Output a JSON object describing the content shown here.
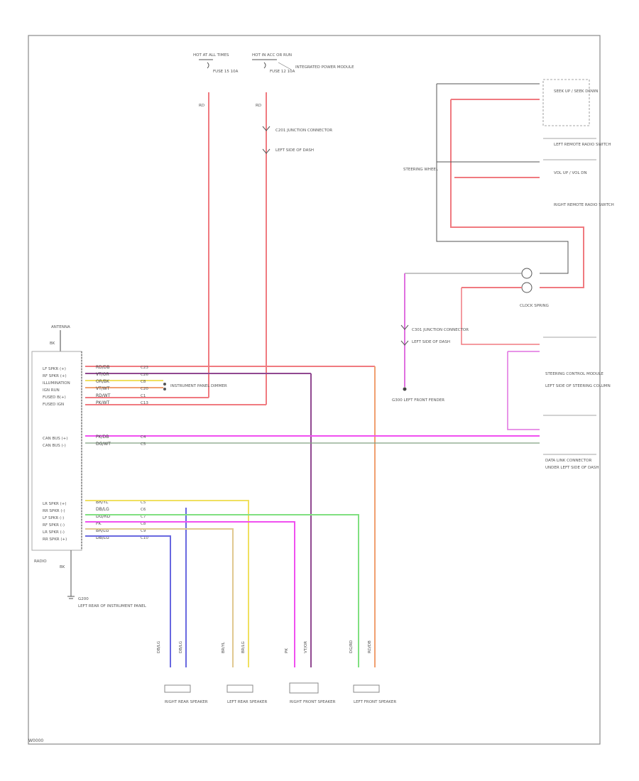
{
  "diagram": {
    "reference": "W0000",
    "colors": {
      "red": "#f07a80",
      "pink": "#f050f0",
      "violet": "#904890",
      "orange": "#f0a070",
      "yellow": "#f0e060",
      "tan": "#e0c890",
      "green": "#80e080",
      "blue": "#6868e0",
      "black": "#3a3a3a",
      "gray": "#888888"
    },
    "top_fuses": [
      {
        "id": "fuse-a",
        "label": "HOT AT ALL TIMES",
        "sub": "FUSE 15 10A"
      },
      {
        "id": "fuse-b",
        "label": "HOT IN ACC OR RUN",
        "sub": "FUSE 12 10A"
      }
    ],
    "top_notes": {
      "fuse_box": "INTEGRATED POWER MODULE",
      "connector": "C201 JUNCTION CONNECTOR",
      "connector_sub": "LEFT SIDE OF DASH"
    },
    "radio_pins": [
      {
        "label": "LF SPKR (+)",
        "wire": "RD/DB",
        "pin": "C23"
      },
      {
        "label": "RF SPKR (+)",
        "wire": "VT/OR",
        "pin": "C26"
      },
      {
        "label": "ILLUMINATION",
        "wire": "OR/BK",
        "pin": "C8"
      },
      {
        "label": "IGN RUN",
        "wire": "VT/WT",
        "pin": "C20"
      },
      {
        "label": "FUSED B(+)",
        "wire": "RD/WT",
        "pin": "C1"
      },
      {
        "label": "FUSED IGN",
        "wire": "PK/WT",
        "pin": "C13"
      }
    ],
    "radio_pins_mid": [
      {
        "label": "CAN BUS (+)",
        "wire": "PK/DB",
        "pin": "C4"
      },
      {
        "label": "CAN BUS (-)",
        "wire": "DG/WT",
        "pin": "C5"
      }
    ],
    "radio_pins_low": [
      {
        "label": "LR SPKR (+)",
        "wire": "BR/YL",
        "pin": "C5"
      },
      {
        "label": "RR SPKR (-)",
        "wire": "DB/LG",
        "pin": "C6"
      },
      {
        "label": "LF SPKR (-)",
        "wire": "DG/RD",
        "pin": "C7"
      },
      {
        "label": "RF SPKR (-)",
        "wire": "PK",
        "pin": "C8"
      },
      {
        "label": "LR SPKR (-)",
        "wire": "BR/LG",
        "pin": "C9"
      },
      {
        "label": "RR SPKR (+)",
        "wire": "DB/LG",
        "pin": "C10"
      }
    ],
    "radio": {
      "label": "RADIO",
      "ground": "G200",
      "ground_note": "LEFT REAR OF INSTRUMENT PANEL"
    },
    "dim_note": "INSTRUMENT PANEL DIMMER",
    "antenna": {
      "label": "ANTENNA",
      "wire": "BK"
    },
    "speakers": [
      {
        "label": "RIGHT REAR SPEAKER",
        "w1": "DB/LG",
        "w2": "DB/LG"
      },
      {
        "label": "LEFT REAR SPEAKER",
        "w1": "BR/YL",
        "w2": "BR/LG"
      },
      {
        "label": "RIGHT FRONT SPEAKER",
        "w1": "PK",
        "w2": "VT/OR"
      },
      {
        "label": "LEFT FRONT SPEAKER",
        "w1": "DG/RD",
        "w2": "RD/DB"
      }
    ],
    "right_components": {
      "switch_top": "SEEK UP / SEEK DOWN",
      "left_remote": "LEFT REMOTE RADIO SWITCH",
      "right_remote": "RIGHT REMOTE RADIO SWITCH",
      "vol_up": "VOL UP / VOL DN",
      "clock_spring": "CLOCK SPRING",
      "steering_note": "STEERING WHEEL",
      "connector2": "C301 JUNCTION CONNECTOR",
      "connector2_sub": "LEFT SIDE OF DASH",
      "ground2": "G300 LEFT FRONT FENDER",
      "ecm": "STEERING CONTROL MODULE",
      "ecm_sub": "LEFT SIDE OF STEERING COLUMN",
      "data_link": "DATA LINK CONNECTOR",
      "data_link_sub": "UNDER LEFT SIDE OF DASH"
    }
  }
}
